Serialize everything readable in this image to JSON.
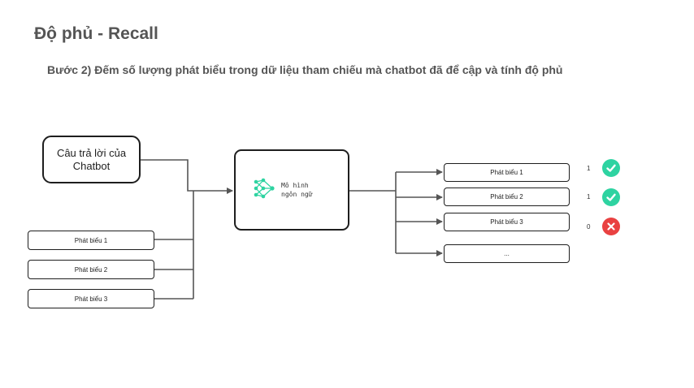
{
  "page": {
    "title": "Độ phủ - Recall",
    "subtitle": "Bước 2) Đếm số lượng phát biểu trong dữ liệu tham chiếu mà chatbot đã để cập và tính độ phủ"
  },
  "diagram": {
    "answer_box": "Câu trả lời của Chatbot",
    "input_statements": [
      "Phát biểu 1",
      "Phát biểu 2",
      "Phát biểu 3"
    ],
    "model": {
      "label": "Mô hình\nngôn ngữ",
      "icon": "neural-network-icon",
      "accent_color": "#2ed3a1"
    },
    "output_statements": [
      "Phát biểu 1",
      "Phát biểu 2",
      "Phát biểu 3",
      "..."
    ],
    "scores": [
      "1",
      "1",
      "0"
    ],
    "status": [
      {
        "icon": "check-icon",
        "color": "#2ed3a1"
      },
      {
        "icon": "check-icon",
        "color": "#2ed3a1"
      },
      {
        "icon": "cross-icon",
        "color": "#e94141"
      }
    ]
  }
}
